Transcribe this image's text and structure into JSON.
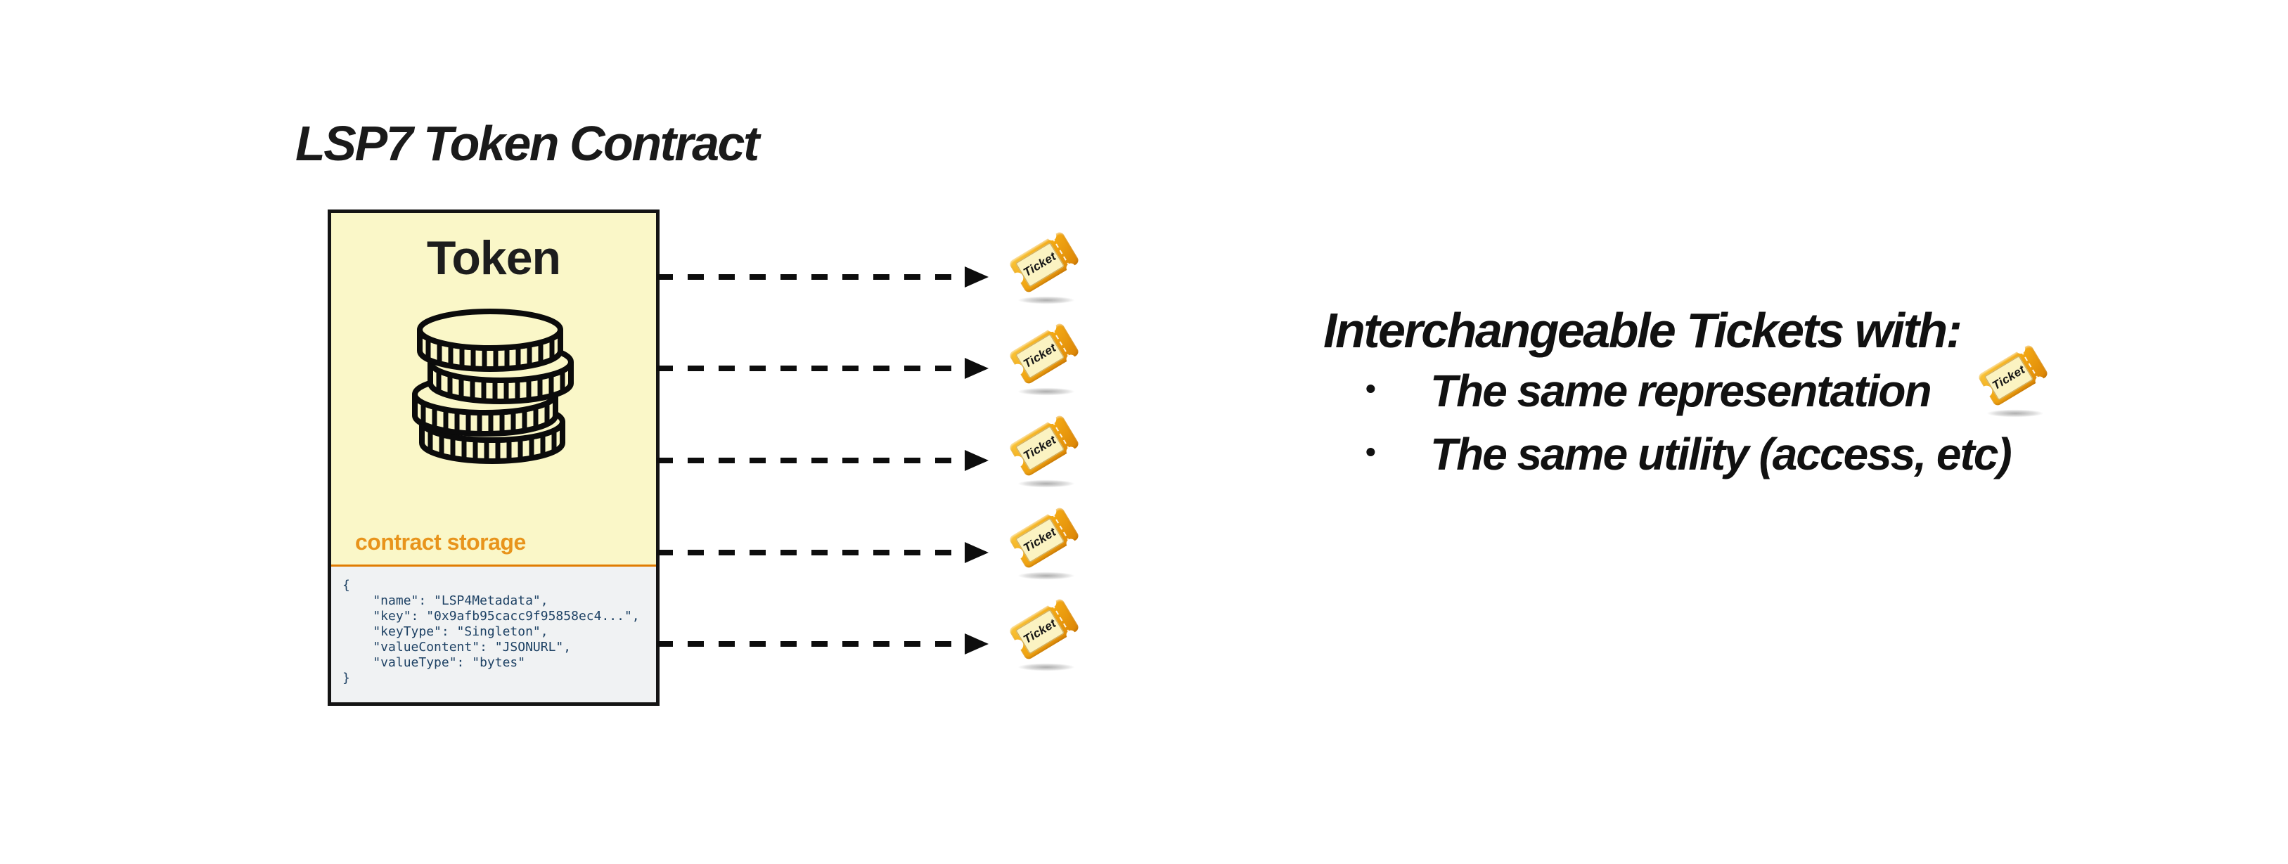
{
  "title": "LSP7 Token Contract",
  "token_box": {
    "heading": "Token",
    "storage_label": "contract storage",
    "storage_code": "{\n    \"name\": \"LSP4Metadata\",\n    \"key\": \"0x9afb95cacc9f95858ec4...\",\n    \"keyType\": \"Singleton\",\n    \"valueContent\": \"JSONURL\",\n    \"valueType\": \"bytes\"\n}"
  },
  "ticket": {
    "label": "Ticket"
  },
  "arrows": {
    "count": 5
  },
  "right_panel": {
    "heading": "Interchangeable Tickets with:",
    "bullet_char": "•",
    "bullets": [
      "The same representation",
      "The same utility (access, etc)"
    ]
  },
  "colors": {
    "box_bg": "#FAF7C8",
    "box_border": "#141414",
    "storage_label": "#E8941C",
    "divider": "#E07C02",
    "code_bg": "#F0F2F3",
    "code_text": "#1D4164",
    "arrow": "#0d0d0d",
    "ticket_orange": "#F2A713",
    "ticket_cream": "#FBF3C2",
    "text": "#111111"
  }
}
